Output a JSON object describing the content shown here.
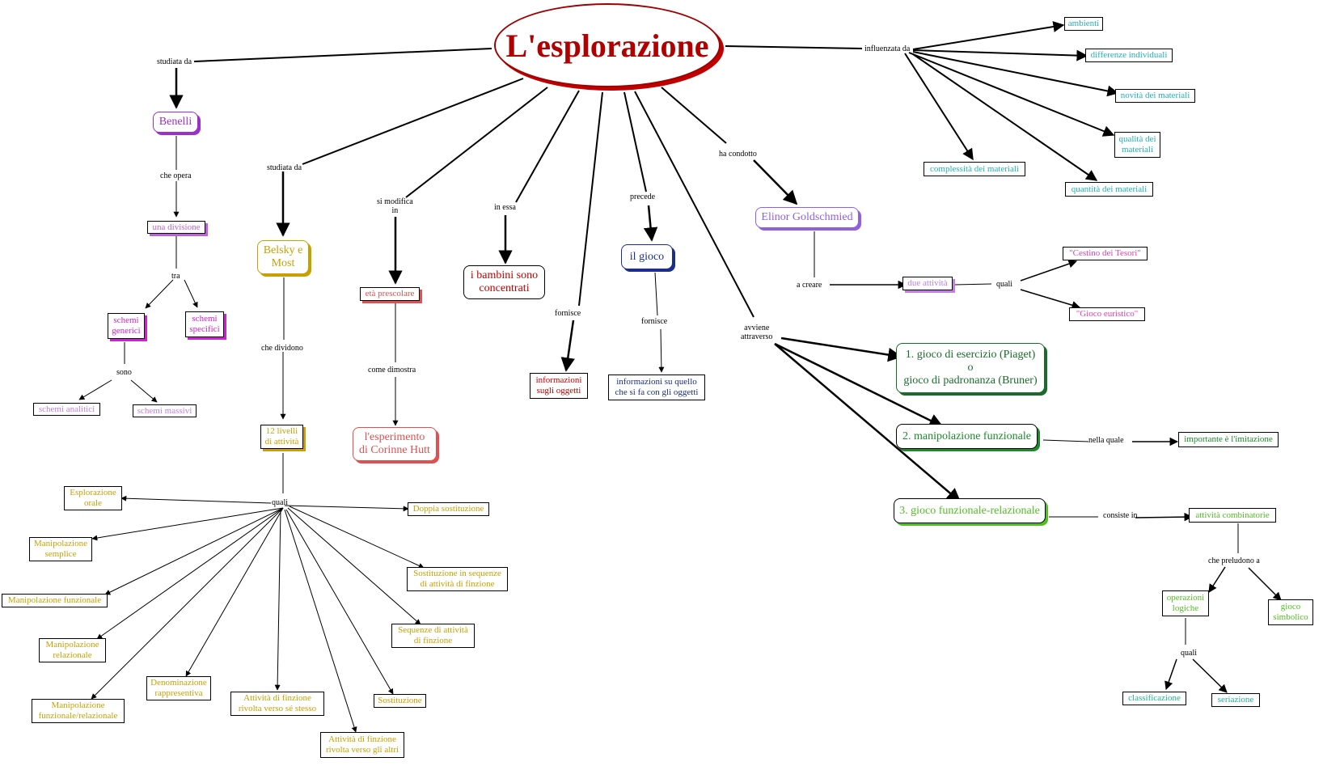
{
  "title": "L'esplorazione",
  "colors": {
    "title": "#b00000",
    "purple": "#9b30c8",
    "violet": "#c060d8",
    "magenta": "#d020d0",
    "lavender": "#c080e0",
    "gold": "#c8a000",
    "red": "#c00000",
    "salmon": "#e05050",
    "navy": "#1a2e8a",
    "teal": "#20b0b8",
    "lilac": "#9060e0",
    "pink": "#e040b0",
    "green": "#1a8a2a",
    "lightgreen": "#50c020",
    "mint": "#20b090"
  },
  "nodes": {
    "benelli": "Benelli",
    "una_divisione": "una divisione",
    "schemi_generici": "schemi\ngenerici",
    "schemi_specifici": "schemi\nspecifici",
    "schemi_analitici": "schemi analitici",
    "schemi_massivi": "schemi massivi",
    "belsky_most": "Belsky e\nMost",
    "livelli": "12 livelli\ndi attività",
    "esplorazione_orale": "Esplorazione\norale",
    "manipolazione_semplice": "Manipolazione\nsemplice",
    "manipolazione_funzionale": "Manipolazione funzionale",
    "manipolazione_relazionale": "Manipolazione\nrelazionale",
    "manipolazione_funz_rel": "Manipolazione\nfunzionale/relazionale",
    "denominazione": "Denominazione\nrappresentiva",
    "attivita_se_stesso": "Attività di finzione\nrivolta verso sé stesso",
    "attivita_altri": "Attività di finzione\nrivolta verso gli altri",
    "sostituzione": "Sostituzione",
    "sequenze": "Sequenze di attività\ndi finzione",
    "sostituzione_sequenze": "Sostituzione in sequenze\ndi attività di finzione",
    "doppia_sostituzione": "Doppia sostituzione",
    "eta_prescolare": "età prescolare",
    "corinne_hutt": "l'esperimento\ndi Corinne Hutt",
    "bambini_concentrati": "i bambini sono\nconcentrati",
    "informazioni_oggetti": "informazioni\nsugli oggetti",
    "il_gioco": "il gioco",
    "informazioni_quello": "informazioni su quello\nche si fa con gli oggetti",
    "elinor": "Elinor Goldschmied",
    "due_attivita": "due attività",
    "cestino": "\"Cestino dei Tesori\"",
    "gioco_euristico": "\"Gioco  euristico\"",
    "gioco_esercizio": "1. gioco di esercizio (Piaget)\no\ngioco di padronanza (Bruner)",
    "manipolazione_funzionale_2": "2. manipolazione funzionale",
    "imitazione": "importante è l'imitazione",
    "gioco_funz_rel": "3. gioco funzionale-relazionale",
    "attivita_combinatorie": "attività combinatorie",
    "operazioni_logiche": "operazioni\nlogiche",
    "gioco_simbolico": "gioco\nsimbolico",
    "classificazione": "classificazione",
    "seriazione": "seriazione",
    "ambienti": "ambienti",
    "differenze_individuali": "differenze individuali",
    "novita_materiali": "novità dei materiali",
    "qualita_materiali": "qualità dei\nmateriali",
    "complessita_materiali": "complessità dei materiali",
    "quantita_materiali": "quantità dei materiali"
  },
  "labels": {
    "studiata_da_1": "studiata da",
    "che_opera": "che opera",
    "tra": "tra",
    "sono": "sono",
    "studiata_da_2": "studiata da",
    "che_dividono": "che dividono",
    "quali_1": "quali",
    "si_modifica_in": "si modifica\nin",
    "come_dimostra": "come dimostra",
    "in_essa": "in essa",
    "fornisce_1": "fornisce",
    "precede": "precede",
    "fornisce_2": "fornisce",
    "ha_condotto": "ha condotto",
    "a_creare": "a creare",
    "quali_2": "quali",
    "avviene_attraverso": "avviene\nattraverso",
    "nella_quale": "nella quale",
    "consiste_in": "consiste in",
    "che_preludono_a": "che preludono a",
    "quali_3": "quali",
    "influenzata_da": "influenzata da"
  }
}
